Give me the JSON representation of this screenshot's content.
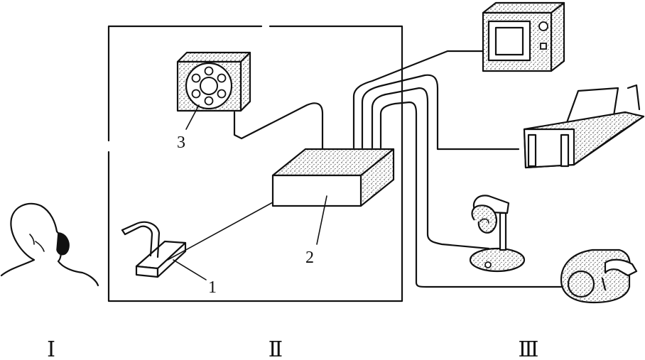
{
  "labels": {
    "part_1": "1",
    "part_2": "2",
    "part_3": "3"
  },
  "zones": {
    "zone_1": "Ⅰ",
    "zone_2": "Ⅱ",
    "zone_3": "Ⅲ"
  },
  "icons": [
    "person-head-icon",
    "microphone-icon",
    "processing-box-icon",
    "tape-reel-icon",
    "monitor-icon",
    "printer-icon",
    "desk-lamp-icon",
    "telephone-icon"
  ]
}
